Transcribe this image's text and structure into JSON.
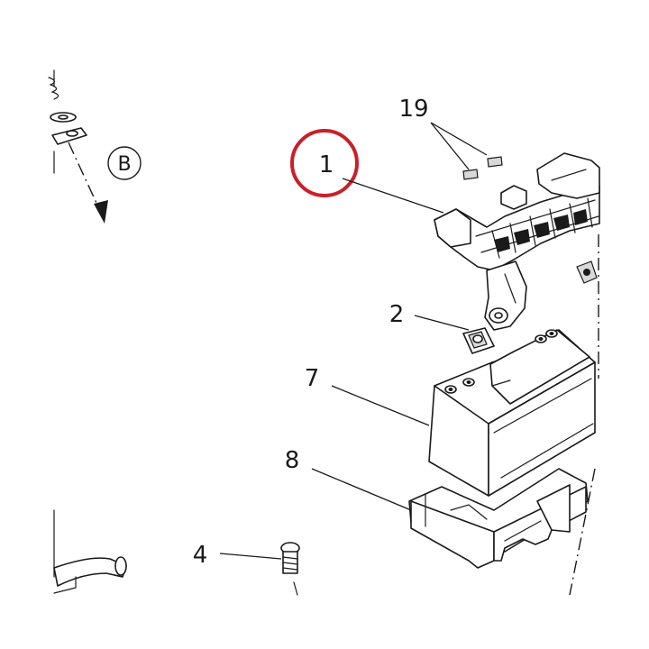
{
  "callouts": {
    "part_1": "1",
    "part_2": "2",
    "part_4": "4",
    "part_7": "7",
    "part_8": "8",
    "part_19": "19",
    "view_b": "B"
  },
  "colors": {
    "highlight_ring": "#c8202a",
    "line": "#1a1a1a",
    "shade": "#d9d9d9"
  }
}
